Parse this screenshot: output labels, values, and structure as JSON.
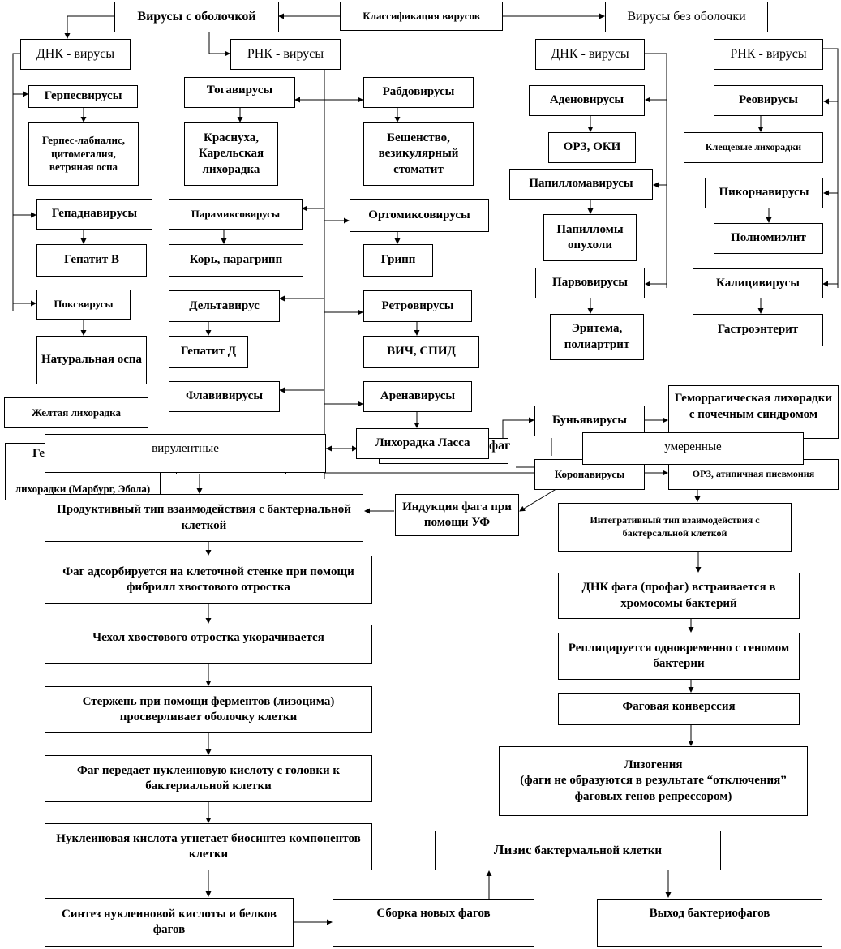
{
  "classification": {
    "root": "Классификация вирусов",
    "enveloped": "Вирусы с оболочкой",
    "non_enveloped": "Вирусы без оболочки"
  },
  "enveloped_dna": {
    "title": "ДНК - вирусы",
    "families": [
      {
        "name": "Герпесвирусы",
        "diseases": "Герпес-лабиалис, цитомегалия, ветряная оспа"
      },
      {
        "name": "Гепаднавирусы",
        "diseases": "Гепатит В"
      },
      {
        "name": "Поксвирусы",
        "diseases": "Натуральная оспа"
      }
    ]
  },
  "enveloped_rna": {
    "title": "РНК - вирусы",
    "left": [
      {
        "name": "Тогавирусы",
        "diseases": "Краснуха, Карельская лихорадка"
      },
      {
        "name": "Парамиксовирусы",
        "diseases": "Корь, парагрипп"
      },
      {
        "name": "Дельтавирус",
        "diseases": "Гепатит Д"
      },
      {
        "name": "Флавивирусы",
        "diseases": "Желтая лихорадка"
      }
    ],
    "right": [
      {
        "name": "Рабдовирусы",
        "diseases": "Бешенство, везикулярный стоматит"
      },
      {
        "name": "Ортомиксовирусы",
        "diseases": "Грипп"
      },
      {
        "name": "Ретровирусы",
        "diseases": "ВИЧ, СПИД"
      },
      {
        "name": "Аренавирусы",
        "diseases": "Лихорадка Ласса"
      },
      {
        "name": "Буньявирусы",
        "diseases": "Геморрагическая лихорадки с почечным синдромом"
      },
      {
        "name": "Коронавирусы",
        "diseases": "ОРЗ, атипичная пневмония"
      }
    ],
    "hidden_fragment_1": "Ге",
    "hidden_fragment_2": "лихорадки (Марбург, Эбола)"
  },
  "naked_dna": {
    "title": "ДНК - вирусы",
    "families": [
      {
        "name": "Аденовирусы",
        "diseases": "ОРЗ, ОКИ"
      },
      {
        "name": "Папилломавирусы",
        "diseases": "Папилломы опухоли"
      },
      {
        "name": "Парвовирусы",
        "diseases": "Эритема, полиартрит"
      }
    ]
  },
  "naked_rna": {
    "title": "РНК - вирусы",
    "families": [
      {
        "name": "Реовирусы",
        "diseases": "Клещевые лихорадки"
      },
      {
        "name": "Пикорнавирусы",
        "diseases": "Полиомиэлит"
      },
      {
        "name": "Калицивирусы",
        "diseases": "Гастроэнтерит"
      }
    ]
  },
  "phage": {
    "fragment": "фаг",
    "virulent": "вирулентные",
    "temperate": "умеренные",
    "induction": "Индукция фага при помощи УФ",
    "productive": {
      "title": "Продуктивный тип взаимодействия с бактериальной клеткой",
      "steps": [
        "Фаг адсорбируется на клеточной стенке при помощи фибрилл хвостового отростка",
        "Чехол хвостового отростка укорачивается",
        "Стержень при помощи ферментов (лизоцима) просверливает оболочку клетки",
        "Фаг передает нуклеиновую кислоту с головки к бактериальной клетки",
        "Нуклеиновая кислота угнетает биосинтез компонентов клетки",
        "Синтез нуклеиновой кислоты и белков фагов"
      ],
      "assembly": "Сборка новых фагов",
      "lysis_bold": "Лизис",
      "lysis_rest": " бактермальной клетки",
      "exit": "Выход бактериофагов"
    },
    "integrative": {
      "title": "Интегративный тип взаимодействия с бактерсальной клеткой",
      "steps": [
        "ДНК фага (профаг) встраивается в хромосомы бактерий",
        "Реплицируется одновременно с геномом бактерии",
        "Фаговая конверссия"
      ],
      "lysogeny": "Лизогения\n(фаги не образуются в результате “отключения” фаговых генов репрессором)"
    }
  }
}
